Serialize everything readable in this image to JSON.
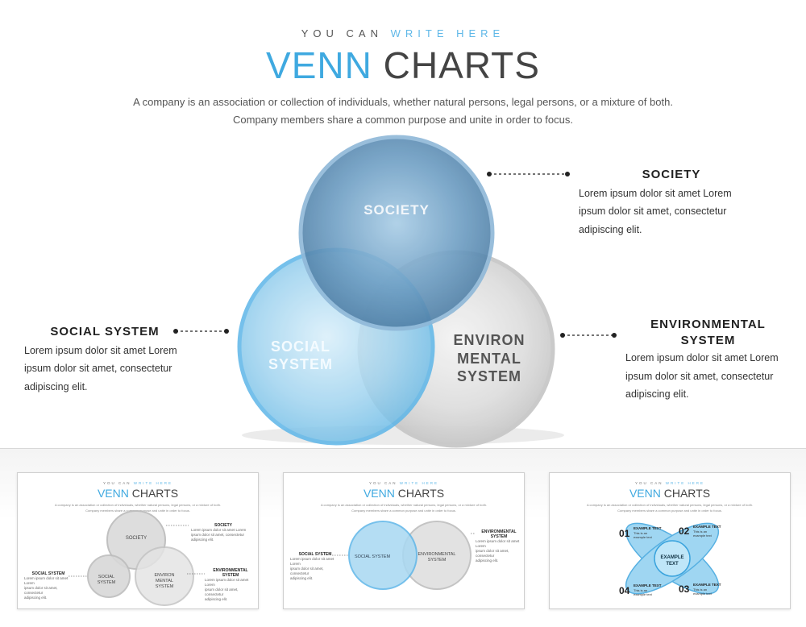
{
  "header": {
    "kicker_pre": "YOU CAN",
    "kicker_hl": "WRITE HERE",
    "title_hl": "VENN",
    "title_rest": "CHARTS",
    "description": "A company is an association or collection of individuals, whether natural persons, legal persons, or a mixture of both. Company members share a common purpose and unite in order to focus."
  },
  "venn": {
    "society": "SOCIETY",
    "social_1": "SOCIAL",
    "social_2": "SYSTEM",
    "env_1": "ENVIRON",
    "env_2": "MENTAL",
    "env_3": "SYSTEM"
  },
  "callouts": {
    "society": {
      "heading": "SOCIETY",
      "l1": "Lorem ipsum dolor sit amet Lorem",
      "l2": "ipsum dolor sit amet, consectetur",
      "l3": "adipiscing elit."
    },
    "social": {
      "heading": "SOCIAL SYSTEM",
      "l1": "Lorem ipsum dolor sit amet Lorem",
      "l2": "ipsum dolor sit amet, consectetur",
      "l3": "adipiscing elit."
    },
    "env": {
      "heading_1": "ENVIRONMENTAL",
      "heading_2": "SYSTEM",
      "l1": "Lorem ipsum dolor sit amet Lorem",
      "l2": "ipsum dolor sit amet, consectetur",
      "l3": "adipiscing elit."
    }
  },
  "thumbs": {
    "kicker_pre": "YOU CAN",
    "kicker_hl": "WRITE HERE",
    "title_hl": "VENN",
    "title_rest": "CHARTS",
    "description": "A company is an association or collection of individuals, whether natural persons, legal persons, or a mixture of both. Company members share a common purpose and unite in order to focus.",
    "t1": {
      "society": "SOCIETY",
      "social": "SOCIAL",
      "system": "SYSTEM",
      "env1": "ENVIRON",
      "env2": "MENTAL",
      "env3": "SYSTEM",
      "social_heading": "SOCIAL SYSTEM",
      "society_heading": "SOCIETY",
      "env_heading_1": "ENVIRONMENTAL",
      "env_heading_2": "SYSTEM",
      "l1": "Lorem ipsum dolor sit amet Lorem",
      "l2": "ipsum dolor sit amet, consectetur",
      "l3": "adipiscing elit."
    },
    "t2": {
      "left": "SOCIAL SYSTEM",
      "right_1": "ENVIRONMENTAL",
      "right_2": "SYSTEM",
      "social_heading": "SOCIAL SYSTEM",
      "env_heading_1": "ENVIRONMENTAL",
      "env_heading_2": "SYSTEM",
      "l1": "Lorem ipsum dolor sit amet Lorem",
      "l2": "ipsum dolor sit amet, consectetur",
      "l3": "adipiscing elit."
    },
    "t3": {
      "n1": "01",
      "n2": "02",
      "n3": "03",
      "n4": "04",
      "ex_head": "EXAMPLE TEXT",
      "ex_l1": "This is an",
      "ex_l2": "example text",
      "center_1": "EXAMPLE",
      "center_2": "TEXT"
    }
  },
  "colors": {
    "accent": "#3fa9e0",
    "society_fill": "#5e92b8",
    "social_fill": "#8fcdee",
    "env_fill": "#d6d6d6"
  }
}
